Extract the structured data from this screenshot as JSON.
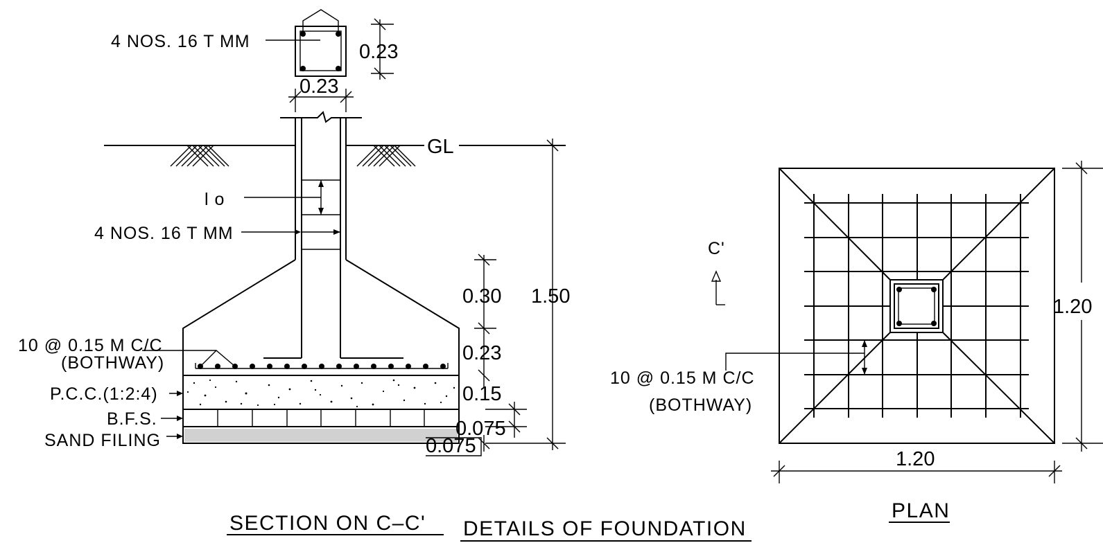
{
  "section": {
    "column_bars": "4 NOS. 16   T  MM",
    "column_width": "0.23",
    "column_depth": "0.23",
    "ground_level": "GL",
    "tie_spacing": "l o",
    "column_bars_2": "4 NOS. 16   T  MM",
    "mesh_bars": "10    @ 0.15  M  C/C",
    "mesh_bothway": "(BOTHWAY)",
    "pcc": "P.C.C.(1:2:4)",
    "bfs": "B.F.S.",
    "sand": "SAND  FILING",
    "dim_slope": "0.30",
    "dim_base": "0.23",
    "dim_pcc": "0.15",
    "dim_bfs": "0.075",
    "dim_sand": "0.075",
    "dim_total": "1.50",
    "title": "SECTION  ON  C–C'"
  },
  "drawing_title": "DETAILS  OF  FOUNDATION",
  "plan": {
    "section_mark": "C'",
    "mesh_bars": "10    @  0.15  M  C/C",
    "mesh_bothway": "(BOTHWAY)",
    "width": "1.20",
    "height": "1.20",
    "title": "PLAN"
  }
}
